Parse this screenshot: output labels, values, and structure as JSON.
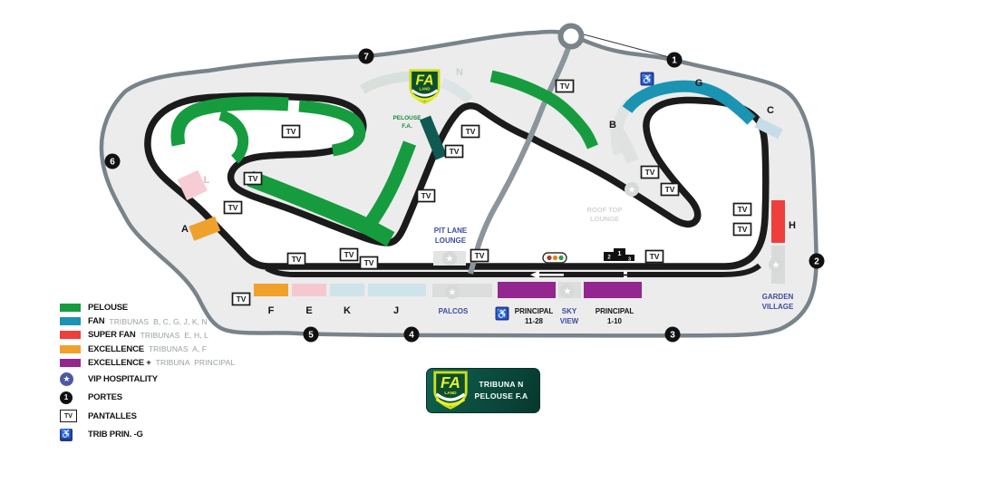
{
  "map": {
    "tv_label": "TV",
    "gates": [
      "1",
      "2",
      "3",
      "4",
      "5",
      "6",
      "7"
    ],
    "stands": {
      "a": "A",
      "b": "B",
      "c": "C",
      "e": "E",
      "f": "F",
      "g": "G",
      "h": "H",
      "j": "J",
      "k": "K",
      "l": "L",
      "n": "N"
    },
    "areas": {
      "pelouse_fa": [
        "PELOUSE",
        "F.A."
      ],
      "pit_lane_lounge": [
        "PIT LANE",
        "LOUNGE"
      ],
      "roof_top_lounge": [
        "ROOF TOP",
        "LOUNGE"
      ],
      "palcos": "PALCOS",
      "sky_view": [
        "SKY",
        "VIEW"
      ],
      "garden_village": [
        "GARDEN",
        "VILLAGE"
      ],
      "principal_11_28": [
        "PRINCIPAL",
        "11-28"
      ],
      "principal_1_10": [
        "PRINCIPAL",
        "1-10"
      ]
    },
    "podium": [
      "2",
      "1",
      "3"
    ]
  },
  "legend": {
    "items": [
      {
        "label": "PELOUSE",
        "sub": ""
      },
      {
        "label": "FAN",
        "sub": "TRIBUNAS  B, C, G, J, K, N"
      },
      {
        "label": "SUPER FAN",
        "sub": "TRIBUNAS  E, H, L"
      },
      {
        "label": "EXCELLENCE",
        "sub": "TRIBUNAS  A, F"
      },
      {
        "label": "EXCELLENCE +",
        "sub": "TRIBUNA  PRINCIPAL"
      },
      {
        "label": "VIP HOSPITALITY",
        "sub": ""
      },
      {
        "label": "PORTES",
        "sub": ""
      },
      {
        "label": "PANTALLES",
        "sub": ""
      },
      {
        "label": "TRIB PRIN. -G",
        "sub": ""
      }
    ],
    "gate_symbol": "1",
    "tv_symbol": "TV"
  },
  "banner": {
    "line1": "TRIBUNA N",
    "line2": "PELOUSE F.A",
    "logo_text": "FA",
    "logo_sub": "LAND"
  },
  "colors": {
    "pelouse_green": "#169c3e",
    "fan_blue": "#1b93b3",
    "superfan_red": "#ee3f3c",
    "excellence_orange": "#f0a12c",
    "excellenceplus_purple": "#93278f",
    "track_black": "#1b1b1b",
    "boundary_gray": "#78838a",
    "vip_indigo": "#4e57a4",
    "label_blue": "#3c4d9f"
  }
}
